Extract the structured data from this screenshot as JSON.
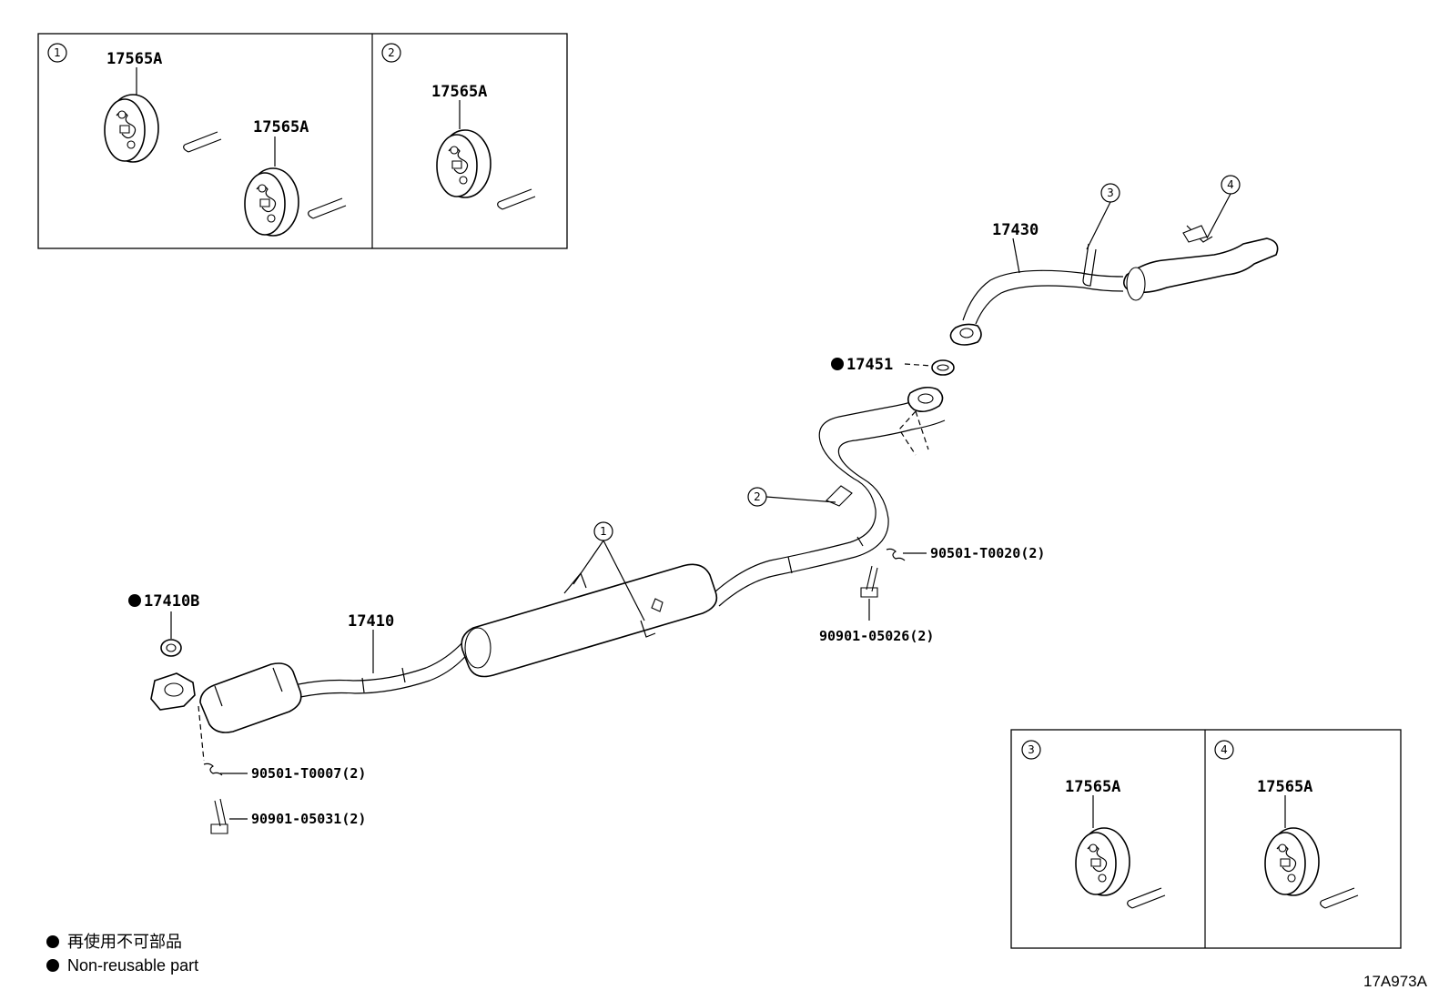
{
  "callouts": {
    "c1": "1",
    "c2": "2",
    "c3": "3",
    "c4": "4"
  },
  "parts": {
    "hanger_a": "17565A",
    "front_pipe": "17410",
    "front_gasket": "17410B",
    "tail_pipe": "17430",
    "tail_gasket": "17451",
    "front_spring": "90501-T0007(2)",
    "front_bolt": "90901-05031(2)",
    "center_spring": "90501-T0020(2)",
    "center_bolt": "90901-05026(2)"
  },
  "legend": {
    "japanese": "再使用不可部品",
    "english": "Non-reusable part"
  },
  "diagram_code": "17A973A"
}
